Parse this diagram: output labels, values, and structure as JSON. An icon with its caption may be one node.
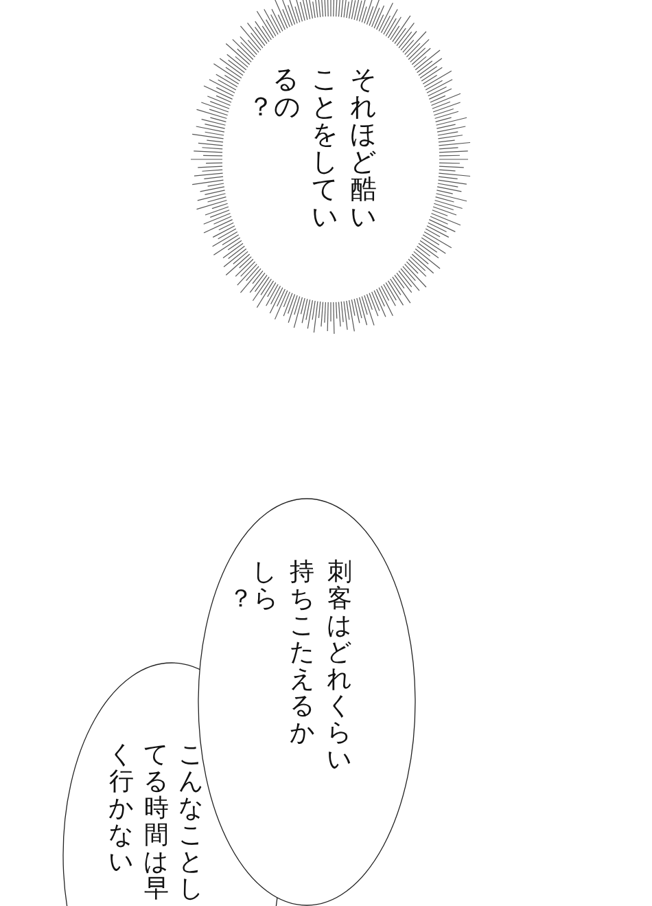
{
  "diagram": {
    "nodes": [
      {
        "text": [
          "それほど酷いことをしているの？"
        ]
      },
      {
        "text": [
          "刺客はどれくらい持ちこたえるかしら？"
        ]
      },
      {
        "text": [
          "こんなことしてる時間は早く行かない"
        ]
      }
    ]
  }
}
